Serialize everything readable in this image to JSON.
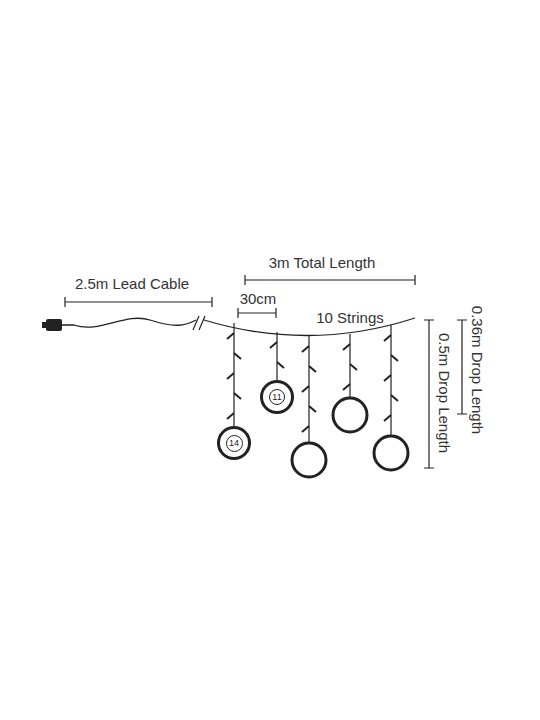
{
  "diagram": {
    "nodes": [
      {
        "text": [
          "11"
        ]
      },
      {
        "text": [
          "14"
        ]
      }
    ],
    "labels": [
      "2.5m Lead Cable",
      "3m Total Length",
      "30cm",
      "10 Strings",
      "0.5m Drop Length",
      "0.36m Drop Length"
    ]
  }
}
